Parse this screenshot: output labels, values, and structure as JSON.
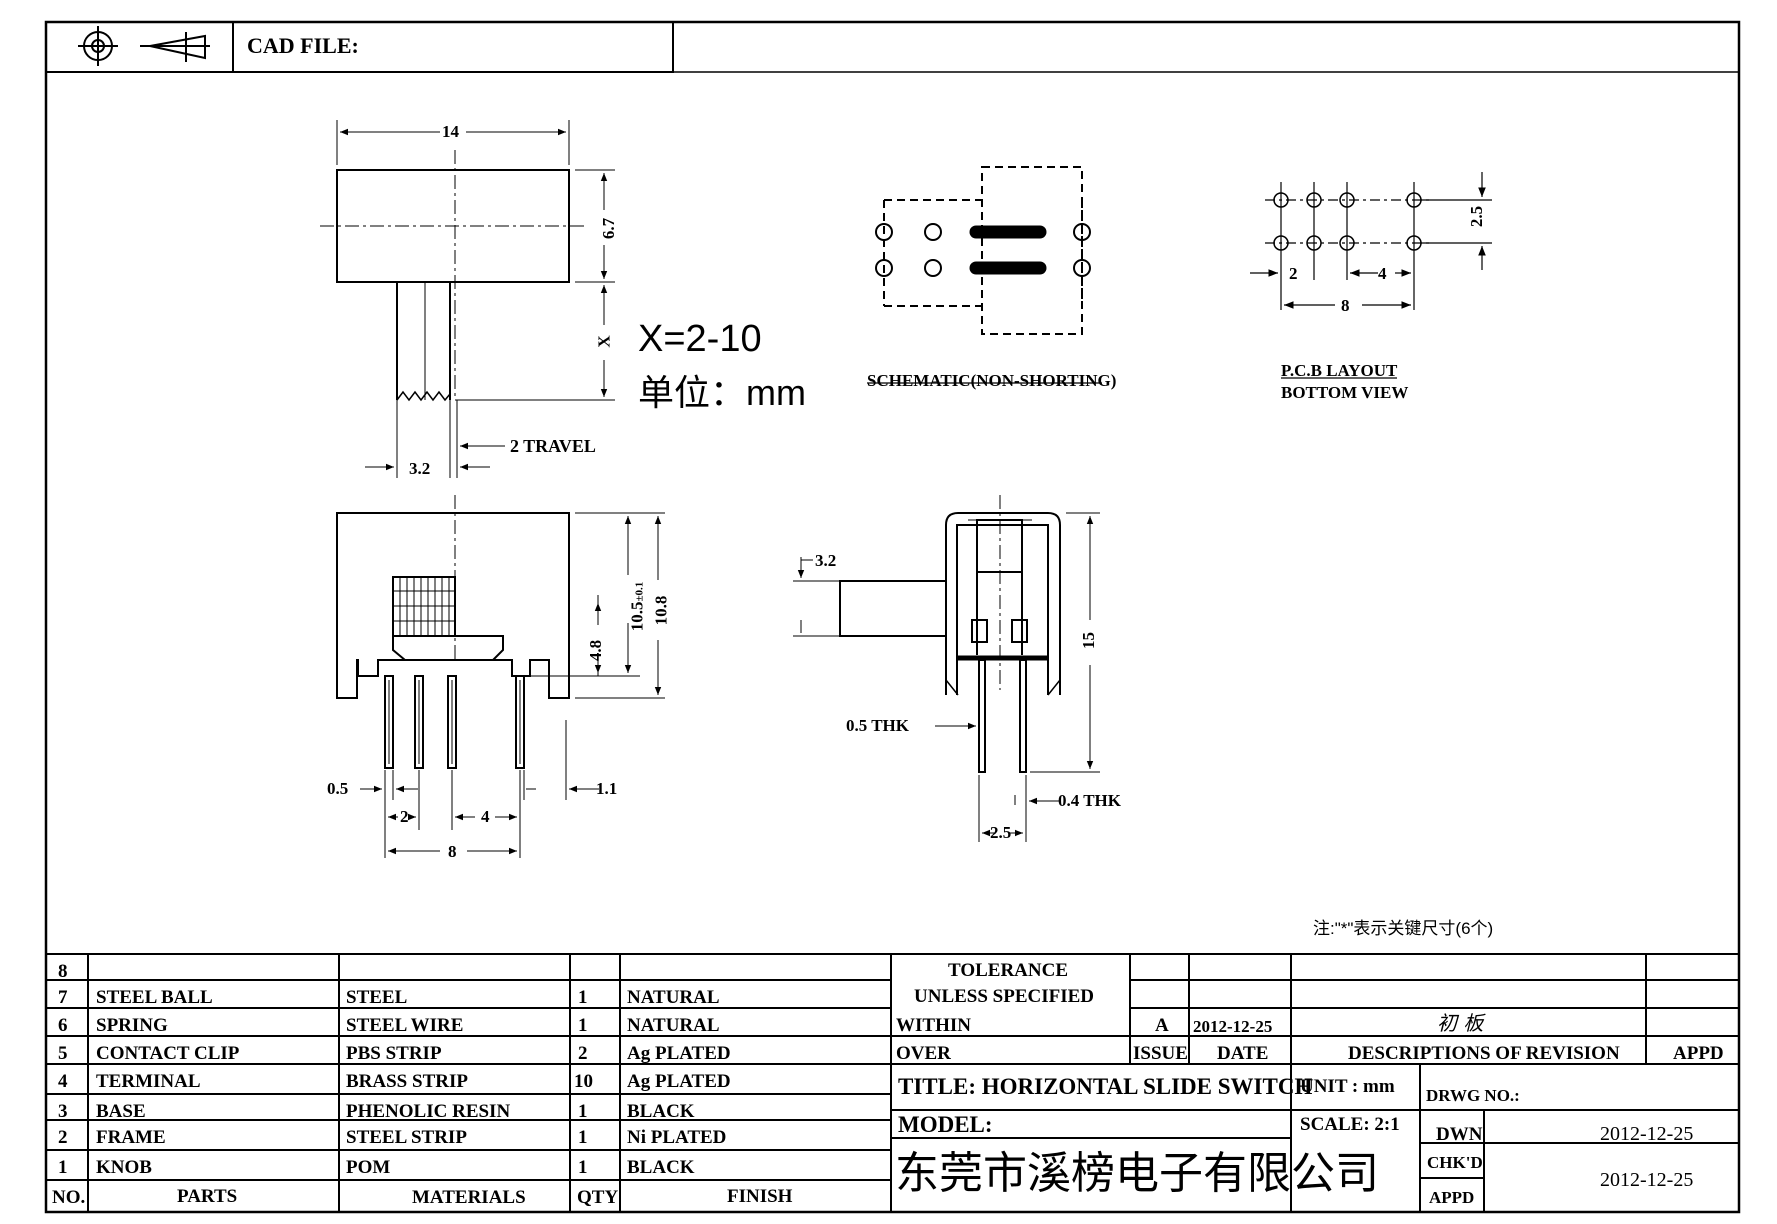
{
  "header": {
    "cad_file_label": "CAD FILE:",
    "projection_icon": "third-angle-projection-icon"
  },
  "top_view": {
    "width_dim": "14",
    "height_dim": "6.7",
    "travel_dim": "X",
    "actuator_dim": "3.2",
    "travel_label": "2 TRAVEL",
    "x_range": "X=2-10",
    "unit_label": "单位：mm"
  },
  "schematic": {
    "caption": "SCHEMATIC(NON-SHORTING)"
  },
  "pcb": {
    "pitch_v": "2.5",
    "pitch_2": "2",
    "pitch_4": "4",
    "span_8": "8",
    "caption_line1": "P.C.B LAYOUT",
    "caption_line2": "BOTTOM VIEW"
  },
  "front_view": {
    "height_total": "10.8",
    "height_body": "10.5",
    "height_body_tol": "±0.1",
    "pin_height": "4.8",
    "pin_width": "0.5",
    "pin_offset": "1.1",
    "pitch_2": "2",
    "pitch_4": "4",
    "span_8": "8"
  },
  "side_view": {
    "actuator": "3.2",
    "height": "15",
    "thk_05": "0.5 THK",
    "thk_04": "0.4 THK",
    "pitch": "2.5"
  },
  "note": "注:\"*\"表示关键尺寸(6个)",
  "bom": {
    "rows": [
      {
        "no": "8",
        "part": "",
        "material": "",
        "qty": "",
        "finish": ""
      },
      {
        "no": "7",
        "part": "STEEL BALL",
        "material": "STEEL",
        "qty": "1",
        "finish": "NATURAL"
      },
      {
        "no": "6",
        "part": "SPRING",
        "material": "STEEL WIRE",
        "qty": "1",
        "finish": "NATURAL"
      },
      {
        "no": "5",
        "part": "CONTACT CLIP",
        "material": "PBS STRIP",
        "qty": "2",
        "finish": "Ag PLATED"
      },
      {
        "no": "4",
        "part": "TERMINAL",
        "material": "BRASS STRIP",
        "qty": "10",
        "finish": "Ag PLATED"
      },
      {
        "no": "3",
        "part": "BASE",
        "material": "PHENOLIC RESIN",
        "qty": "1",
        "finish": "BLACK"
      },
      {
        "no": "2",
        "part": "FRAME",
        "material": "STEEL STRIP",
        "qty": "1",
        "finish": "Ni PLATED"
      },
      {
        "no": "1",
        "part": "KNOB",
        "material": "POM",
        "qty": "1",
        "finish": "BLACK"
      }
    ],
    "headers": {
      "no": "NO.",
      "parts": "PARTS",
      "materials": "MATERIALS",
      "qty": "QTY",
      "finish": "FINISH"
    }
  },
  "title_block": {
    "tolerance_line1": "TOLERANCE",
    "tolerance_line2": "UNLESS  SPECIFIED",
    "within": "WITHIN",
    "over": "OVER",
    "issue_value": "A",
    "issue_date": "2012-12-25",
    "revision_desc": "初 板",
    "issue_label": "ISSUE",
    "date_label": "DATE",
    "desc_label": "DESCRIPTIONS OF REVISION",
    "appd_label": "APPD",
    "title": "TITLE: HORIZONTAL SLIDE SWITCH",
    "unit": "UNIT : mm",
    "drwg_no": "DRWG NO.:",
    "model": "MODEL:",
    "scale": "SCALE: 2:1",
    "dwn_label": "DWN",
    "dwn_date": "2012-12-25",
    "company": "东莞市溪榜电子有限公司",
    "chkd_label": "CHK'D",
    "appd2_label": "APPD",
    "chkd_date": "2012-12-25"
  }
}
